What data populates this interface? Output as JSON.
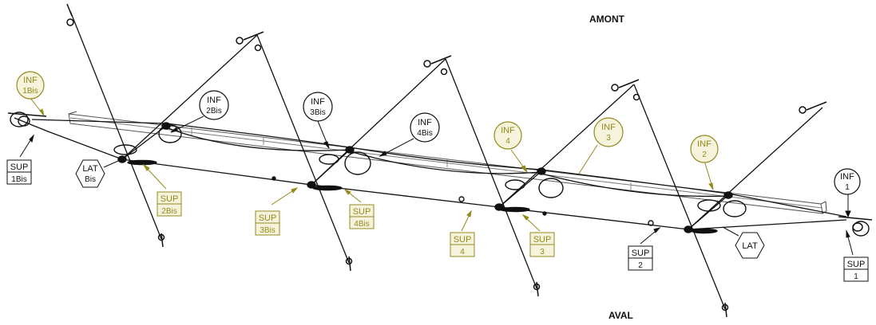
{
  "colors": {
    "line": "#111111",
    "black_label": "#111111",
    "olive_label": "#948a1c",
    "olive_fill": "#f6f3dc",
    "beam": "#444444"
  },
  "sides": {
    "top": "AMONT",
    "bottom": "AVAL"
  },
  "inf_labels": [
    {
      "id": "inf-1bis",
      "l1": "INF",
      "l2": "1Bis",
      "tone": "olive"
    },
    {
      "id": "inf-2bis",
      "l1": "INF",
      "l2": "2Bis",
      "tone": "black"
    },
    {
      "id": "inf-3bis",
      "l1": "INF",
      "l2": "3Bis",
      "tone": "black"
    },
    {
      "id": "inf-4bis",
      "l1": "INF",
      "l2": "4Bis",
      "tone": "black"
    },
    {
      "id": "inf-4",
      "l1": "INF",
      "l2": "4",
      "tone": "olive"
    },
    {
      "id": "inf-3",
      "l1": "INF",
      "l2": "3",
      "tone": "olive"
    },
    {
      "id": "inf-2",
      "l1": "INF",
      "l2": "2",
      "tone": "olive"
    },
    {
      "id": "inf-1",
      "l1": "INF",
      "l2": "1",
      "tone": "black"
    }
  ],
  "sup_labels": [
    {
      "id": "sup-1bis",
      "l1": "SUP",
      "l2": "1Bis",
      "tone": "black"
    },
    {
      "id": "sup-2bis",
      "l1": "SUP",
      "l2": "2Bis",
      "tone": "olive"
    },
    {
      "id": "sup-3bis",
      "l1": "SUP",
      "l2": "3Bis",
      "tone": "olive"
    },
    {
      "id": "sup-4bis",
      "l1": "SUP",
      "l2": "4Bis",
      "tone": "olive"
    },
    {
      "id": "sup-4",
      "l1": "SUP",
      "l2": "4",
      "tone": "olive"
    },
    {
      "id": "sup-3",
      "l1": "SUP",
      "l2": "3",
      "tone": "olive"
    },
    {
      "id": "sup-2",
      "l1": "SUP",
      "l2": "2",
      "tone": "black"
    },
    {
      "id": "sup-1",
      "l1": "SUP",
      "l2": "1",
      "tone": "black"
    }
  ],
  "lat_labels": [
    {
      "id": "lat-bis",
      "l1": "LAT",
      "l2": "Bis"
    },
    {
      "id": "lat",
      "l1": "LAT",
      "l2": ""
    }
  ]
}
